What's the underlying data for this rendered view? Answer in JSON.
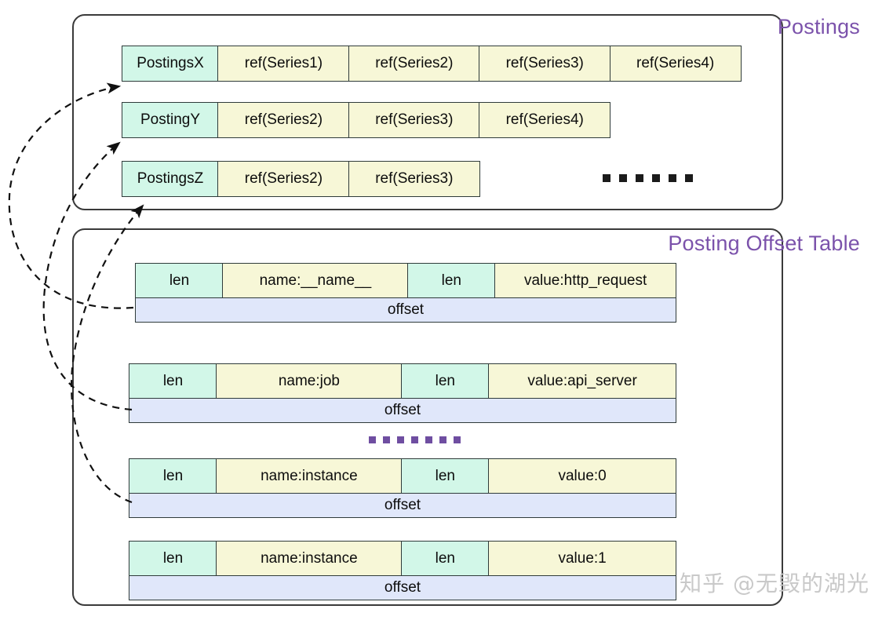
{
  "postings": {
    "title": "Postings",
    "rows": [
      {
        "key": "PostingsX",
        "refs": [
          "ref(Series1)",
          "ref(Series2)",
          "ref(Series3)",
          "ref(Series4)"
        ]
      },
      {
        "key": "PostingY",
        "refs": [
          "ref(Series2)",
          "ref(Series3)",
          "ref(Series4)"
        ]
      },
      {
        "key": "PostingsZ",
        "refs": [
          "ref(Series2)",
          "ref(Series3)"
        ]
      }
    ],
    "ellipsis": "......"
  },
  "offset_table": {
    "title": "Posting Offset Table",
    "ellipsis": ".......",
    "blocks": [
      {
        "len1": "len",
        "name": "name:__name__",
        "len2": "len",
        "value": "value:http_request",
        "offset": "offset"
      },
      {
        "len1": "len",
        "name": "name:job",
        "len2": "len",
        "value": "value:api_server",
        "offset": "offset"
      },
      {
        "len1": "len",
        "name": "name:instance",
        "len2": "len",
        "value": "value:0",
        "offset": "offset"
      },
      {
        "len1": "len",
        "name": "name:instance",
        "len2": "len",
        "value": "value:1",
        "offset": "offset"
      }
    ]
  },
  "watermark": "知乎 @无毁的湖光",
  "colors": {
    "title_purple": "#7b52ab",
    "key_cell": "#d2f7e8",
    "value_cell": "#f7f7d7",
    "offset_cell": "#e0e7fa",
    "border": "#2f3b3a",
    "group_border": "#3a3a3a",
    "dots_dark": "#1b1b1b",
    "dots_purple": "#6f4ea1",
    "watermark": "#c9c9c9"
  }
}
